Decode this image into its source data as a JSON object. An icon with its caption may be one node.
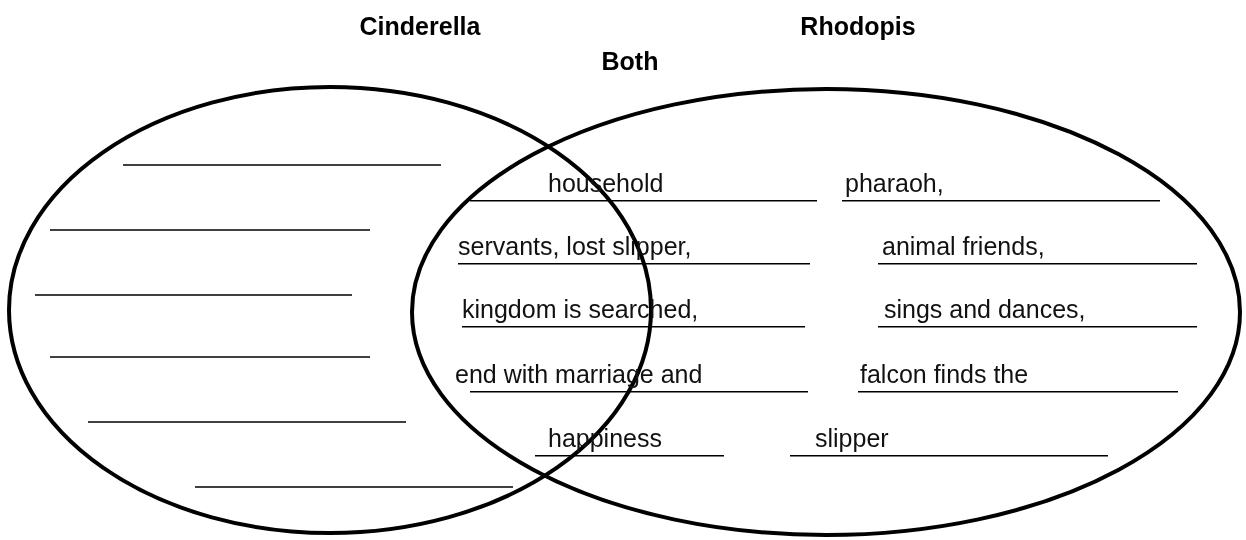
{
  "diagram": {
    "nodes": [
      {
        "text": [
          "Cinderella"
        ]
      },
      {
        "text": [
          "Rhodopis"
        ]
      }
    ],
    "labels": [
      "Both",
      "household",
      "pharaoh,",
      "servants, lost slipper,",
      "animal friends,",
      "kingdom is searched,",
      "sings and dances,",
      "end with marriage and",
      "falcon finds the",
      "happiness",
      "slipper"
    ]
  }
}
